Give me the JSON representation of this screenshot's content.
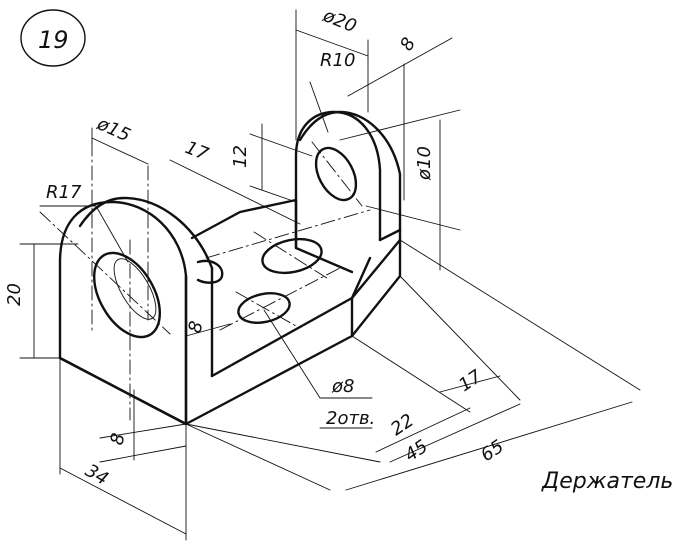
{
  "sheet": {
    "number": "19",
    "title": "Держатель"
  },
  "dimensions": {
    "dia20": "ø20",
    "eight_top": "8",
    "r10": "R10",
    "dia15": "ø15",
    "seventeen_top": "17",
    "twelve": "12",
    "dia10": "ø10",
    "r17": "R17",
    "twenty": "20",
    "eight_mid": "8",
    "dia8": "ø8",
    "two_holes": "2отв.",
    "twenty_two": "22",
    "seventeen_right": "17",
    "forty_five": "45",
    "sixty_five": "65",
    "eight_bottom": "8",
    "thirty_four": "34"
  }
}
